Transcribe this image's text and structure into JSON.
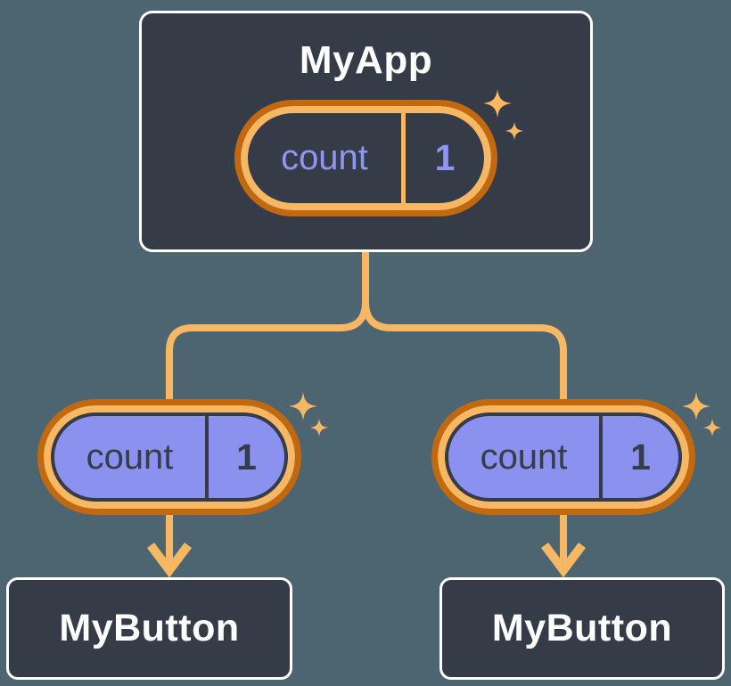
{
  "colors": {
    "background": "#4C6570",
    "panel_fill": "#353B47",
    "panel_border": "#FFFFFF",
    "orange_light": "#F8B763",
    "orange_dark": "#C2690F",
    "purple_fill": "#8A91EE",
    "purple_text": "#8F96F0",
    "dark_text": "#363D49",
    "light_text": "#FFFFFF"
  },
  "tree": {
    "root": {
      "name": "MyApp",
      "state_pill": {
        "label": "count",
        "value": "1"
      }
    },
    "children": [
      {
        "name": "MyButton",
        "prop_pill": {
          "label": "count",
          "value": "1"
        }
      },
      {
        "name": "MyButton",
        "prop_pill": {
          "label": "count",
          "value": "1"
        }
      }
    ]
  }
}
